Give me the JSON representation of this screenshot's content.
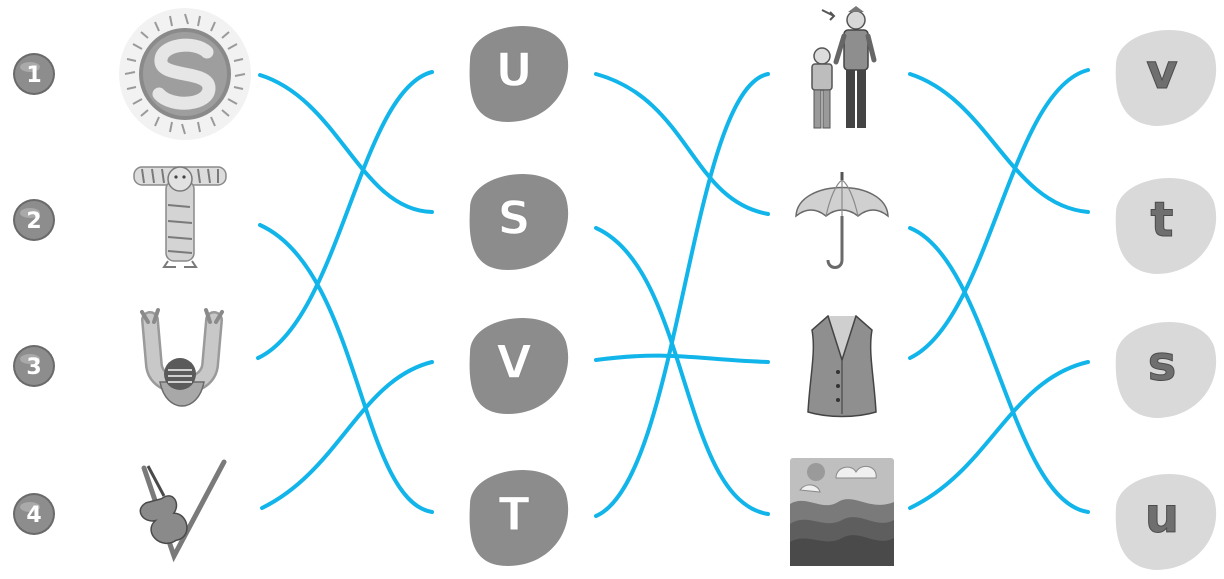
{
  "line_color": "#12b5ea",
  "numbers": [
    "1",
    "2",
    "3",
    "4"
  ],
  "picture_letters": [
    "S",
    "T",
    "U",
    "V"
  ],
  "uppercase": [
    "U",
    "S",
    "V",
    "T"
  ],
  "pictures": [
    "tall",
    "umbrella",
    "vest",
    "sea"
  ],
  "lowercase": [
    "v",
    "t",
    "s",
    "u"
  ],
  "icons": {
    "column1": [
      "sun-letter-s-icon",
      "tiger-letter-t-icon",
      "umpire-letter-u-icon",
      "violin-letter-v-icon"
    ],
    "column3": [
      "tall-man-and-boy-icon",
      "umbrella-icon",
      "vest-icon",
      "sea-icon"
    ]
  }
}
